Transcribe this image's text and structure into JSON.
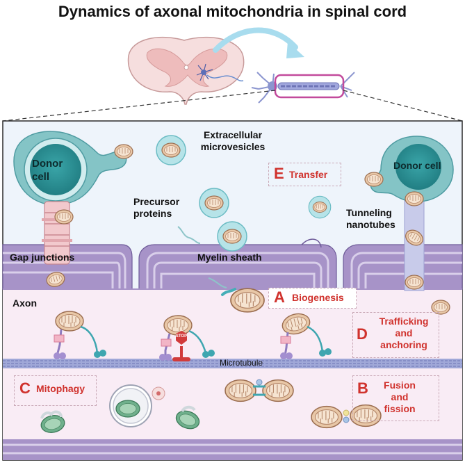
{
  "title": "Dynamics of axonal mitochondria in spinal cord",
  "labels": {
    "donor_cell_left": "Donor cell",
    "donor_cell_right": "Donor cell",
    "extracellular": "Extracellular microvesicles",
    "precursor": "Precursor proteins",
    "tunneling": "Tunneling nanotubes",
    "gap_junctions": "Gap junctions",
    "myelin": "Myelin sheath",
    "axon": "Axon",
    "microtubule": "Microtubule",
    "stop": "STOP"
  },
  "processes": [
    {
      "letter": "E",
      "label": "Transfer"
    },
    {
      "letter": "A",
      "label": "Biogenesis"
    },
    {
      "letter": "D",
      "label": "Trafficking and anchoring"
    },
    {
      "letter": "C",
      "label": "Mitophagy"
    },
    {
      "letter": "B",
      "label": "Fusion and fission"
    }
  ],
  "colors": {
    "accent_red": "#d0322d",
    "myelin": "#9b88bf",
    "axon": "#f8ecf4",
    "extracellular_bg": "#eef4fb",
    "mitochondria": "#e6c6a8",
    "microtubule": "#8f96c8",
    "vesicle": "#aee0e6"
  }
}
